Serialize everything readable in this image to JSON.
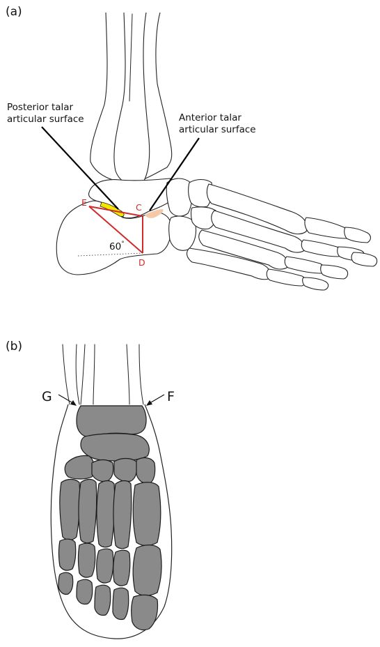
{
  "panel_a": {
    "tag": "(a)",
    "posterior_label": [
      "Posterior talar",
      "articular surface"
    ],
    "anterior_label": [
      "Anterior talar",
      "articular surface"
    ],
    "point_e": "E",
    "point_c": "C",
    "point_d": "D",
    "angle": "60",
    "angle_unit": "°",
    "colors": {
      "triangle": "#d02a2a",
      "posterior_surface": "#f2e600",
      "anterior_surface": "#f6c8a8"
    }
  },
  "panel_b": {
    "tag": "(b)",
    "point_g": "G",
    "point_f": "F",
    "colors": {
      "shaded_bones": "#8a8a8a"
    }
  }
}
